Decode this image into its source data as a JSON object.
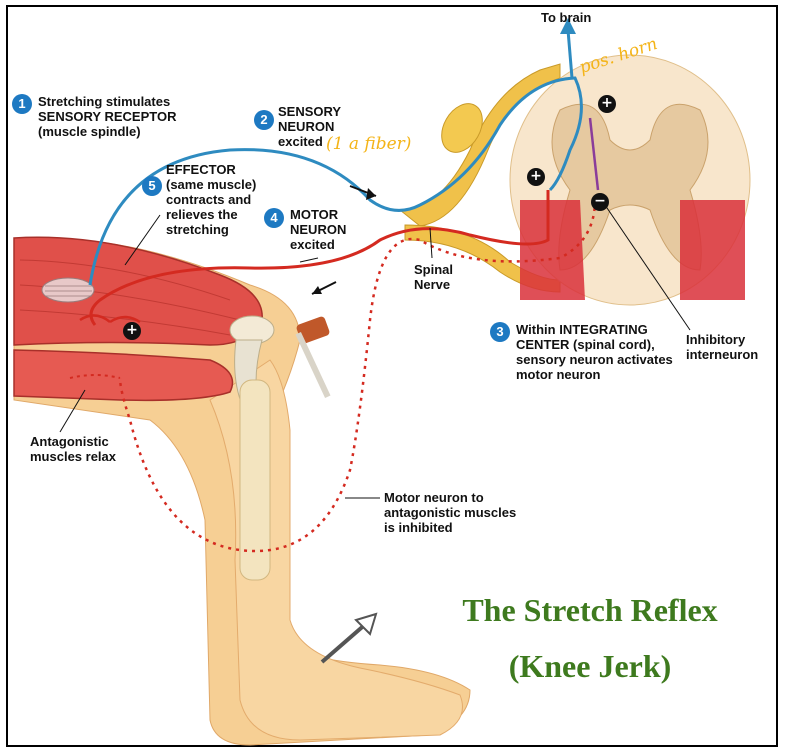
{
  "header": {
    "to_brain": "To brain"
  },
  "steps": [
    {
      "number": "1",
      "text": "Stretching stimulates\nSENSORY RECEPTOR\n(muscle spindle)"
    },
    {
      "number": "2",
      "text": "SENSORY\nNEURON\nexcited"
    },
    {
      "number": "3",
      "text": "Within INTEGRATING\nCENTER (spinal cord),\nsensory neuron activates\nmotor neuron"
    },
    {
      "number": "4",
      "text": "MOTOR\nNEURON\nexcited"
    },
    {
      "number": "5",
      "text": "EFFECTOR\n(same muscle)\ncontracts and\nrelieves the\nstretching"
    }
  ],
  "labels": {
    "spinal_nerve": "Spinal\nNerve",
    "inhibitory_interneuron": "Inhibitory\ninterneuron",
    "antagonistic_muscles": "Antagonistic\nmuscles relax",
    "motor_neuron_inhibited": "Motor neuron to\nantagonistic muscles\nis inhibited"
  },
  "handwritten": {
    "pos_horn": "pos. horn",
    "ia_fiber": "(1 a fiber)"
  },
  "signs": {
    "plus": "+",
    "minus": "−"
  },
  "title": {
    "line1": "The Stretch Reflex",
    "line2": "(Knee Jerk)"
  },
  "colors": {
    "sensory_neuron": "#2e8bc0",
    "motor_neuron": "#d42a20",
    "interneuron": "#8a3c9a",
    "nerve": "#f0c14a",
    "muscle": "#e0504a",
    "skin": "#f6cf94",
    "title": "#3e7a1e",
    "badge": "#1d79c2",
    "annotation": "#f4b418"
  }
}
